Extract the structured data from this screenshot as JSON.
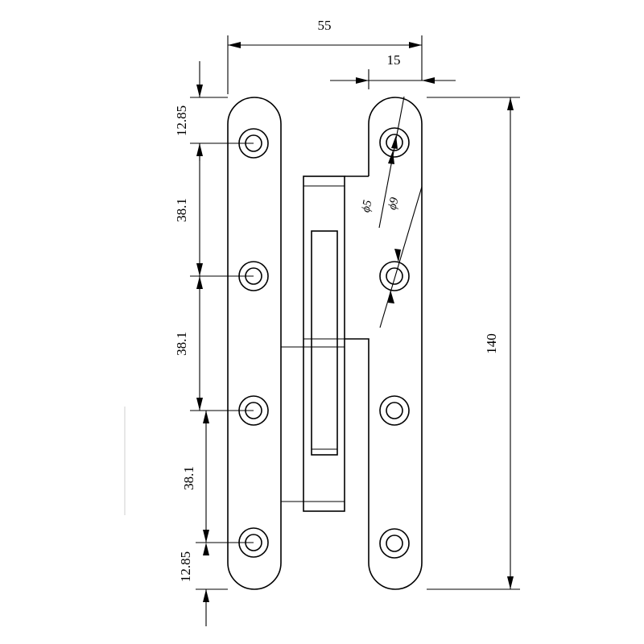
{
  "dimensions": {
    "overall_width": "55",
    "knuckle_width": "15",
    "height": "140",
    "edge_top": "12.85",
    "pitch_1": "38.1",
    "pitch_2": "38.1",
    "pitch_3": "38.1",
    "edge_bottom": "12.85",
    "hole_inner_dia": "ϕ5",
    "hole_outer_dia": "ϕ9"
  }
}
